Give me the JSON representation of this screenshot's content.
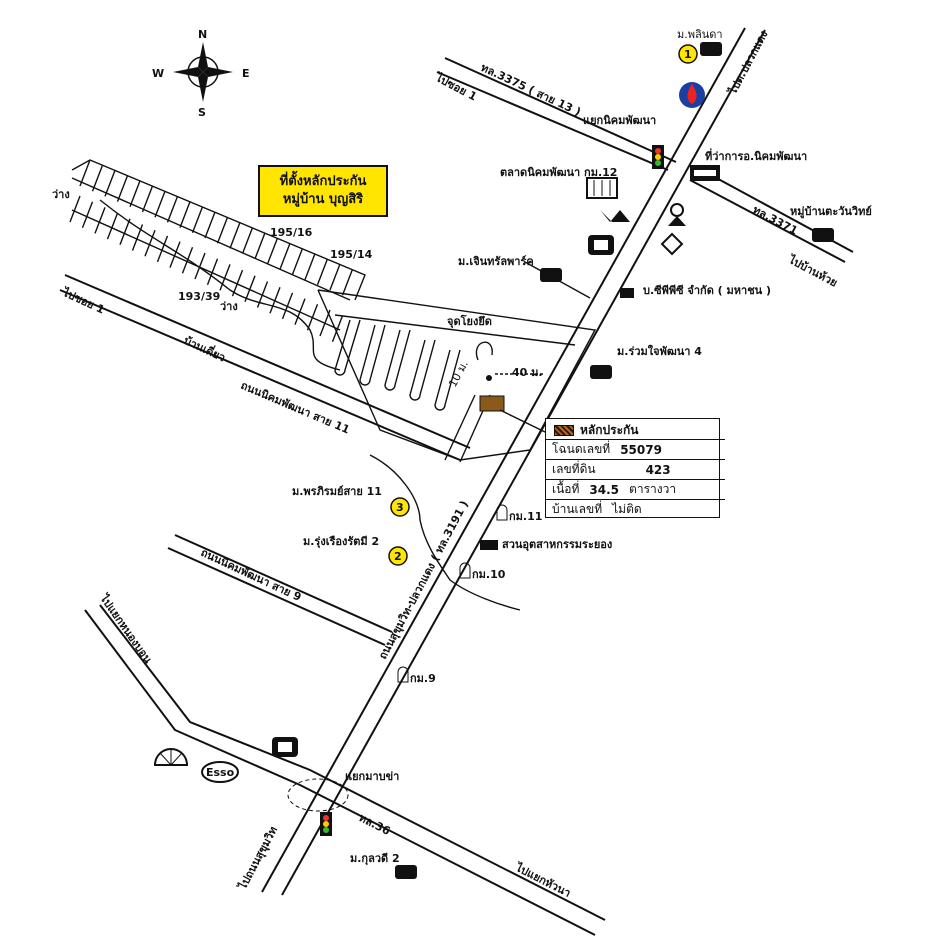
{
  "title": {
    "line1": "ที่ตั้งหลักประกัน",
    "line2": "หมู่บ้าน บุญสิริ"
  },
  "compass": {
    "n": "N",
    "s": "S",
    "e": "E",
    "w": "W"
  },
  "legend": {
    "swatch_label": "หลักประกัน",
    "rows": [
      {
        "label": "โฉนดเลขที่",
        "value": "55079"
      },
      {
        "label": "เลขที่ดิน",
        "value": "423"
      },
      {
        "label": "เนื้อที่",
        "value": "34.5",
        "unit": "ตารางวา"
      },
      {
        "label": "บ้านเลขที่",
        "value": "ไม่ติด"
      }
    ]
  },
  "labels": {
    "to_pluak_daeng": "ไปต.ปลวกแดง",
    "mu_pholinda": "ม.พลินดา",
    "road_3375": "ทล.3375 ( สาย 13 )",
    "to_soi1_top": "ไปซอย 1",
    "junction_nikhom": "แยกนิคมพัฒนา",
    "district_office": "ที่ว่าการอ.นิคมพัฒนา",
    "market": "ตลาดนิคมพัฒนา กม.12",
    "village_tawanwit": "หมู่บ้านตะวันวิทย์",
    "road_3371": "ทล.3371",
    "to_ban_huai": "ไปบ้านห้วย",
    "mu_chinthorn": "ม.เจินทรัลพาร์ค",
    "company": "บ.ซีพีพีซี จำกัด ( มหาชน )",
    "mu_ruamjai": "ม.ร่วมใจพัฒนา 4",
    "lot_195_16": "195/16",
    "lot_195_14": "195/14",
    "lot_193_39": "193/39",
    "vacant_a": "ว่าง",
    "vacant_b": "ว่าง",
    "ban_diao": "บ้านเดี่ยว",
    "to_soi1_left": "ไปซอย 1",
    "viewpoint": "จุดโยงยึด",
    "dist": "40 ม.",
    "dist_small": "10 ม.",
    "road_nikhom11": "ถนนนิคมพัฒนา สาย 11",
    "mu_phonphirom": "ม.พรภิรมย์สาย 11",
    "mu_rungruang": "ม.รุ่งเรืองรัตมี 2",
    "km11": "กม.11",
    "industrial_park": "สวนอุตสาหกรรมระยอง",
    "road_3191": "ถนนสุขุมวิท-ปลวกแดง ( ทล.3191 )",
    "km10": "กม.10",
    "road_nikhom9": "ถนนนิคมพัฒนา สาย 9",
    "to_nong_bon": "ไปแยกหนองบอน",
    "km9": "กม.9",
    "junction_map_kha": "แยกมาบข่า",
    "road_36": "ทล.36",
    "to_sukhumvit": "ไปถนนสุขุมวิท",
    "mu_kunthawee": "ม.กุลวดี 2",
    "to_hathanma": "ไปแยกหัวนา",
    "esso": "Esso"
  },
  "markers": [
    "1",
    "2",
    "3"
  ]
}
